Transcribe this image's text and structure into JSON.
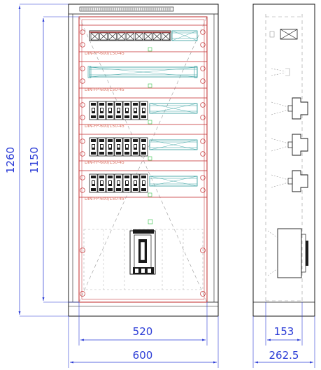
{
  "colors": {
    "outline": "#1a1a1a",
    "dim": "#2a3bd6",
    "inner": "#c0282a",
    "rail": "#2a9a9a",
    "label": "#d97060",
    "green": "#36c24a",
    "dash": "#9a9a9a"
  },
  "front_view": {
    "dimensions": {
      "total_height": "1260",
      "inner_height": "1150",
      "inner_width": "520",
      "total_width": "600"
    },
    "rail_labels": [
      "DIN-FP-600/150-45",
      "DIN-FP-600/150-45",
      "DIN-FP-600/150-45",
      "DIN-FP-600/150-45",
      "DIN-FP-600/150-45"
    ],
    "breaker_rows": [
      {
        "name": "row-1",
        "breakers": 0
      },
      {
        "name": "row-2",
        "breakers": 0
      },
      {
        "name": "row-3",
        "breakers": 7
      },
      {
        "name": "row-4",
        "breakers": 7
      },
      {
        "name": "row-5",
        "breakers": 7
      }
    ]
  },
  "side_view": {
    "dimensions": {
      "inner_depth": "153",
      "total_depth": "262.5"
    }
  }
}
